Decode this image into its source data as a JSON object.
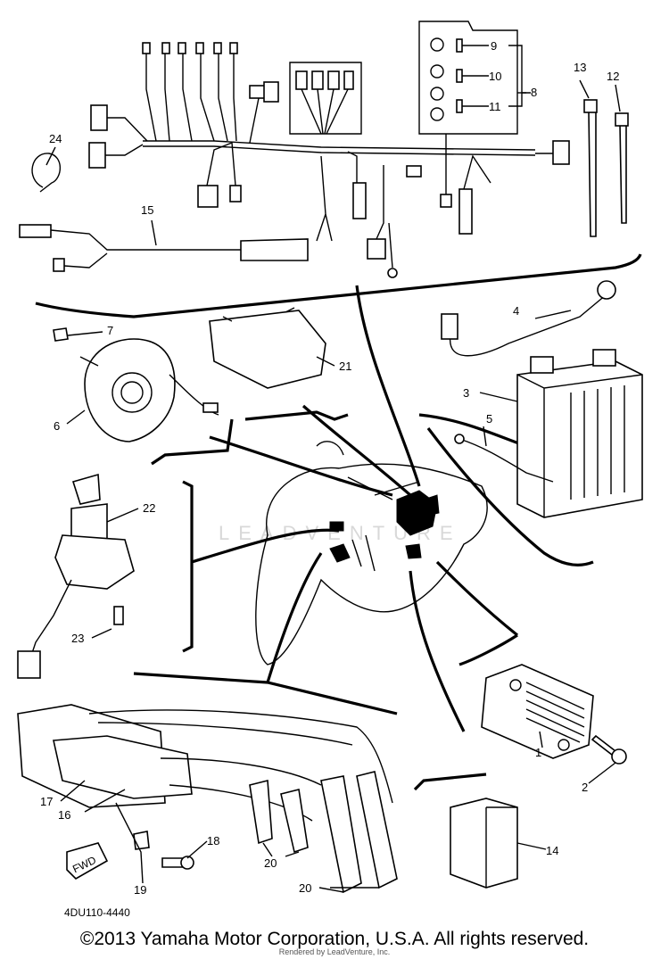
{
  "diagram": {
    "callouts": [
      "1",
      "2",
      "3",
      "4",
      "5",
      "6",
      "7",
      "8",
      "9",
      "10",
      "11",
      "12",
      "13",
      "14",
      "15",
      "16",
      "17",
      "18",
      "19",
      "20",
      "20",
      "21",
      "22",
      "23",
      "24"
    ],
    "part_code": "4DU110-4440",
    "watermark": "LEADVENTURE",
    "fwd_label": "FWD"
  },
  "footer": {
    "copyright": "©2013 Yamaha Motor Corporation, U.S.A. All rights reserved.",
    "rendered": "Rendered by LeadVenture, Inc."
  }
}
